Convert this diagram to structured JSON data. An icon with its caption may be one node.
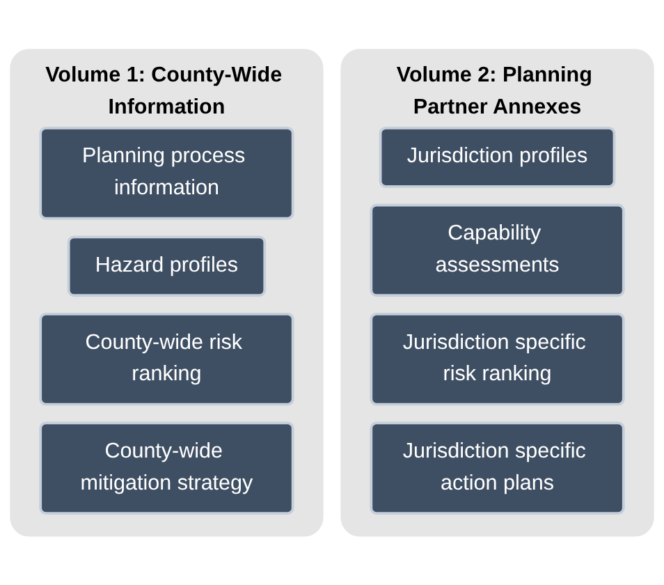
{
  "diagram": {
    "nodes": [
      {
        "text": [
          "Volume 1: County-Wide Information"
        ]
      },
      {
        "text": [
          "Planning process information"
        ],
        "in": 0
      },
      {
        "text": [
          "Hazard profiles"
        ],
        "in": 0
      },
      {
        "text": [
          "County-wide risk ranking"
        ],
        "in": 0
      },
      {
        "text": [
          "County-wide mitigation strategy"
        ],
        "in": 0
      },
      {
        "text": [
          "Volume 2: Planning Partner Annexes"
        ]
      },
      {
        "text": [
          "Jurisdiction profiles"
        ],
        "in": 5
      },
      {
        "text": [
          "Capability assessments"
        ],
        "in": 5
      },
      {
        "text": [
          "Jurisdiction specific risk ranking"
        ],
        "in": 5
      },
      {
        "text": [
          "Jurisdiction specific action plans"
        ],
        "in": 5
      }
    ],
    "edges": []
  }
}
